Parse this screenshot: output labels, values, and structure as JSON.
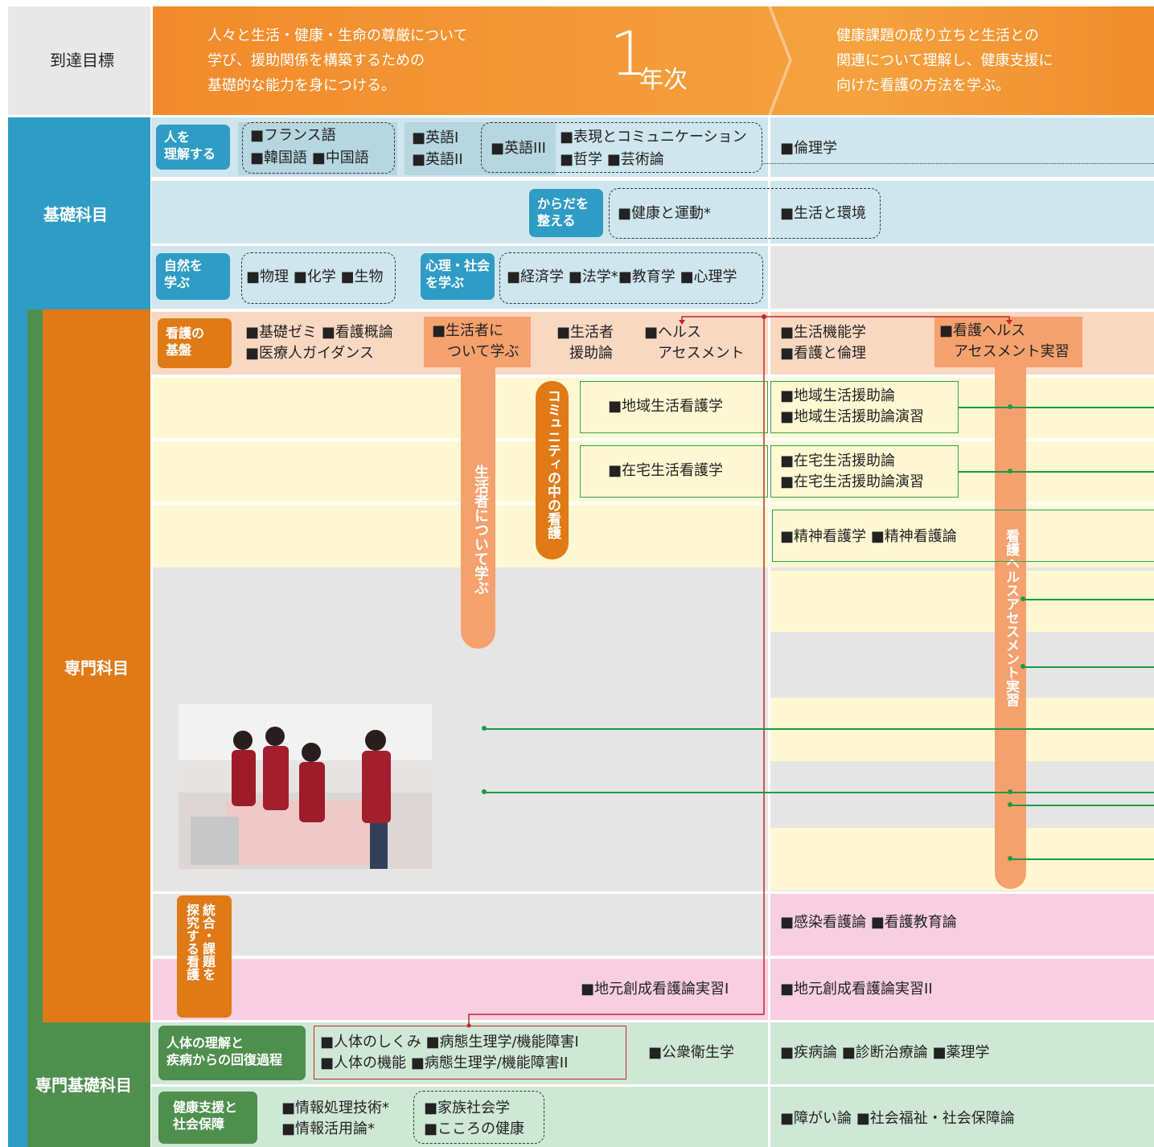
{
  "header": {
    "label": "到達目標",
    "goal1": [
      "人々と生活・健康・生命の尊厳について",
      "学び、援助関係を構築するための",
      "基礎的な能力を身につける。"
    ],
    "year_num": "1",
    "year_suffix": "年次",
    "goal2": [
      "健康課題の成り立ちと生活との",
      "関連について理解し、健康支援に",
      "向けた看護の方法を学ぶ。"
    ]
  },
  "sections": {
    "kiso": "基礎科目",
    "senmon": "専門科目",
    "senmon_kiso": "専門基礎科目"
  },
  "kiso": {
    "hito_label": [
      "人を",
      "理解する"
    ],
    "lang1": [
      "■フランス語",
      "■韓国語 ■中国語"
    ],
    "eigo12": [
      "■英語I",
      "■英語II"
    ],
    "eigo3": "■英語III",
    "comm": [
      "■表現とコミュニケーション",
      "■哲学 ■芸術論"
    ],
    "rinri": "■倫理学",
    "karada_label": [
      "からだを",
      "整える"
    ],
    "kenko": "■健康と運動*",
    "seikatsu_kankyo": "■生活と環境",
    "shizen_label": [
      "自然を",
      "学ぶ"
    ],
    "shizen": "■物理 ■化学 ■生物",
    "shinri_label": [
      "心理・社会",
      "を学ぶ"
    ],
    "shinri": "■経済学 ■法学*■教育学 ■心理学"
  },
  "senmon": {
    "kango_label": [
      "看護の",
      "基盤"
    ],
    "kiban1": [
      "■基礎ゼミ ■看護概論",
      "■医療人ガイダンス"
    ],
    "seikatsusha": [
      "■生活者に",
      "ついて学ぶ"
    ],
    "enjo": [
      "■生活者",
      "援助論"
    ],
    "health": [
      "■ヘルス",
      "アセスメント"
    ],
    "kino": [
      "■生活機能学",
      "■看護と倫理"
    ],
    "jisshu": [
      "■看護ヘルス",
      "アセスメント実習"
    ],
    "chiiki_kango": "■地域生活看護学",
    "chiiki_enjo": [
      "■地域生活援助論",
      "■地域生活援助論演習"
    ],
    "zaitaku_kango": "■在宅生活看護学",
    "zaitaku_enjo": [
      "■在宅生活援助論",
      "■在宅生活援助論演習"
    ],
    "seishin": "■精神看護学 ■精神看護論",
    "community_vert": "コミュニティの中の看護",
    "seikatsusha_vert": "生活者について学ぶ",
    "jisshu_vert": "看護ヘルスアセスメント実習",
    "tougou_label": [
      "統合・課題を",
      "探究する看護"
    ],
    "kansen": "■感染看護論 ■看護教育論",
    "jimoto1": "■地元創成看護論実習I",
    "jimoto2": "■地元創成看護論実習II"
  },
  "senmon_kiso": {
    "jintai_label": [
      "人体の理解と",
      "疾病からの回復過程"
    ],
    "jintai": [
      "■人体のしくみ ■病態生理学/機能障害I",
      "■人体の機能 ■病態生理学/機能障害II"
    ],
    "koshu": "■公衆衛生学",
    "shippei": "■疾病論 ■診断治療論 ■薬理学",
    "kenko_label": [
      "健康支援と",
      "社会保障"
    ],
    "joho": [
      "■情報処理技術*",
      "■情報活用論*"
    ],
    "kazoku": [
      "■家族社会学",
      "■こころの健康"
    ],
    "shogai": "■障がい論 ■社会福祉・社会保障論"
  },
  "photo": {
    "alt": "nursing-practice-photo"
  },
  "colors": {
    "blue": "#2f9cc5",
    "orange": "#df7a17",
    "green": "#4e8f4e",
    "light_blue": "#cfe6ee",
    "peach": "#f9d8c2",
    "cream": "#fff8d3",
    "pink": "#f7cfe0",
    "mint": "#cfe8d6"
  }
}
